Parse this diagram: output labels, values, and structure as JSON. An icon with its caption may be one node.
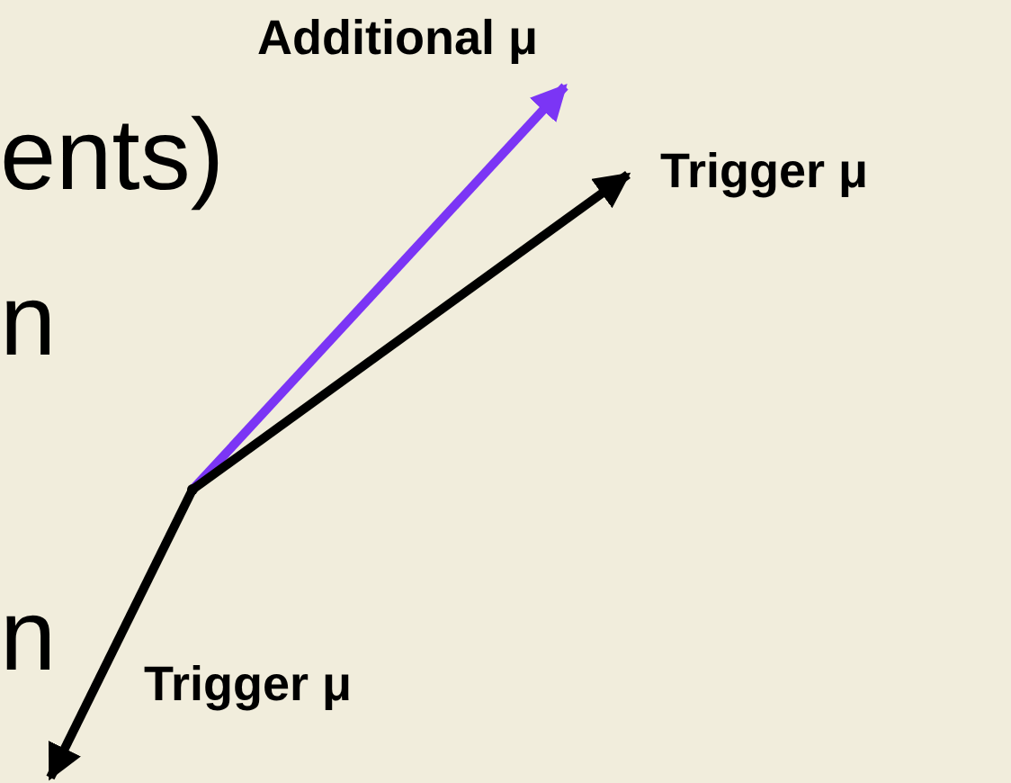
{
  "diagram": {
    "nodes": [
      {
        "text": [],
        "shape": "dot"
      },
      {
        "text": [
          "Additional μ"
        ]
      },
      {
        "text": [
          "Trigger μ"
        ]
      },
      {
        "text": [
          "Trigger μ"
        ]
      }
    ],
    "edges": [
      {
        "from": 0,
        "to": 1,
        "arrow": "to",
        "color": "#7b35f5"
      },
      {
        "from": 0,
        "to": 2,
        "arrow": "to"
      },
      {
        "from": 0,
        "to": 3,
        "arrow": "to"
      }
    ],
    "labels": [
      "ents)",
      "n",
      "n"
    ]
  }
}
